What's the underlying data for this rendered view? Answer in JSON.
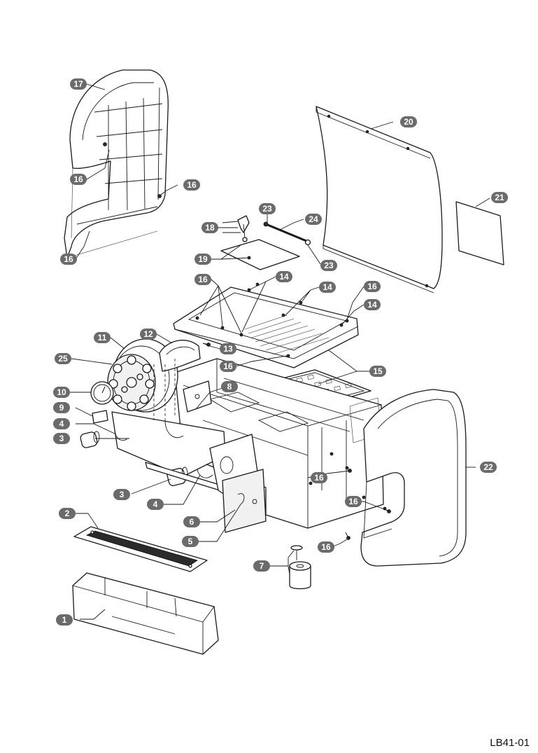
{
  "drawing_code": "LB41-01",
  "callouts": [
    "1",
    "2",
    "3",
    "4",
    "5",
    "6",
    "7",
    "8",
    "9",
    "10",
    "11",
    "12",
    "13",
    "14",
    "15",
    "16",
    "17",
    "18",
    "19",
    "20",
    "21",
    "22",
    "23",
    "24",
    "25"
  ]
}
